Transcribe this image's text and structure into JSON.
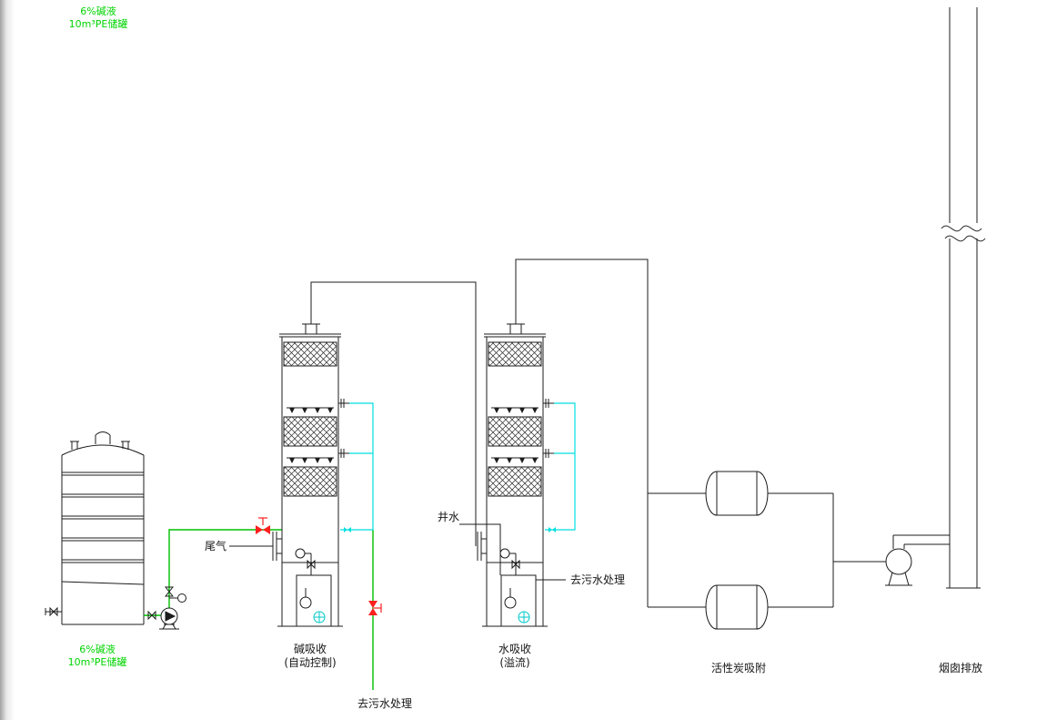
{
  "diagram": {
    "type": "gas-scrubbing-process-flow-diagram",
    "labels": {
      "tank_top_1": "6%碱液",
      "tank_top_2": "10m³PE储罐",
      "tank_bottom_1": "6%碱液",
      "tank_bottom_2": "10m³PE储罐",
      "tail_gas": "尾气",
      "well_water": "井水",
      "tower1_1": "碱吸收",
      "tower1_2": "(自动控制)",
      "tower2_1": "水吸收",
      "tower2_2": "(溢流)",
      "drain_bottom": "去污水处理",
      "drain_right": "去污水处理",
      "carbon": "活性炭吸附",
      "chimney": "烟囱排放"
    },
    "colors": {
      "equipment_outline": "#1c1c1c",
      "alkali_pipe_green": "#00c000",
      "water_pipe_cyan": "#00dede",
      "valve_red": "#ff1f1f",
      "tank_label_green": "#00d400",
      "background": "#ffffff"
    }
  }
}
